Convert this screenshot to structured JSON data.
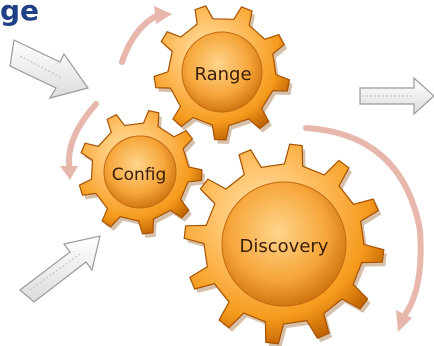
{
  "title_fragment": "ge",
  "colors": {
    "title": "#1f3f86",
    "gear_light": "#ffc36b",
    "gear_mid": "#f59a1c",
    "gear_dark": "#b65a00",
    "cycle_arrow": "#e7b7ac",
    "flow_arrow_fill": "#f7f7f7",
    "flow_arrow_stroke": "#9a9a9a"
  },
  "gears": [
    {
      "name": "range",
      "label": "Range"
    },
    {
      "name": "config",
      "label": "Config"
    },
    {
      "name": "discovery",
      "label": "Discovery"
    }
  ],
  "icons": [
    "gear-icon",
    "arrow-icon",
    "curved-arrow-icon"
  ]
}
